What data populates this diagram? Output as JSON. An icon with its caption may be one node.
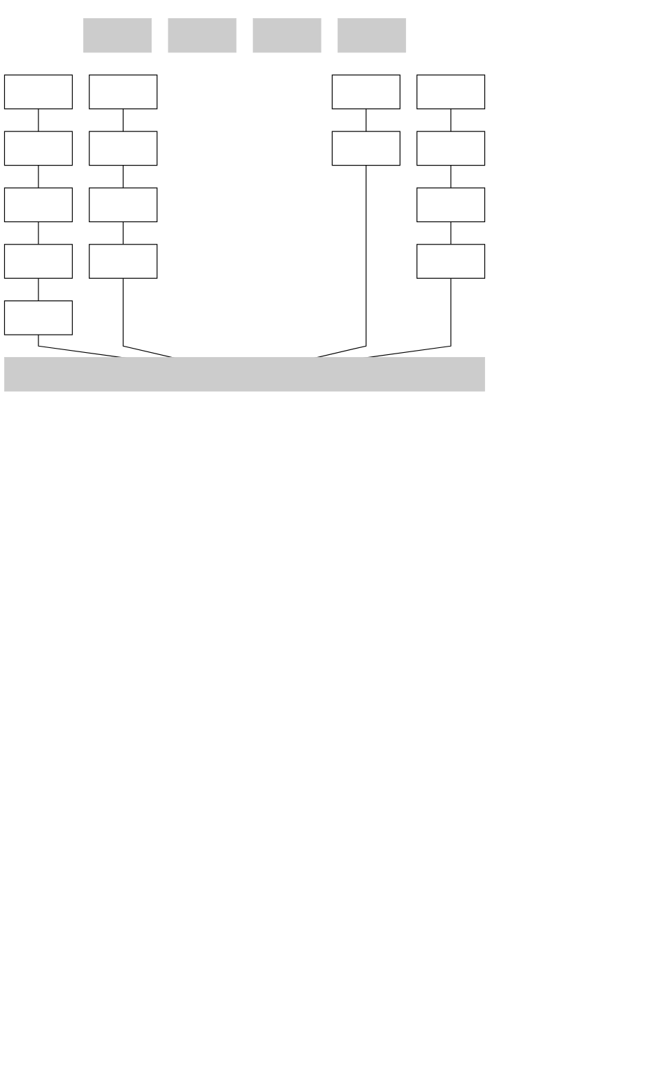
{
  "diagram": {
    "nodes": [
      {
        "text": [],
        "shape": "box"
      },
      {
        "text": [],
        "shape": "box"
      },
      {
        "text": [],
        "shape": "box"
      },
      {
        "text": [],
        "shape": "box"
      },
      {
        "text": [],
        "shape": "box"
      },
      {
        "text": [],
        "shape": "box"
      },
      {
        "text": [],
        "shape": "box"
      },
      {
        "text": [],
        "shape": "box"
      },
      {
        "text": [],
        "shape": "box"
      },
      {
        "text": [],
        "shape": "box"
      },
      {
        "text": [],
        "shape": "box"
      },
      {
        "text": [],
        "shape": "box"
      },
      {
        "text": [],
        "shape": "box"
      },
      {
        "text": [],
        "shape": "box"
      },
      {
        "text": [],
        "shape": "box"
      },
      {
        "text": [],
        "shape": "box"
      },
      {
        "text": [],
        "shape": "box"
      },
      {
        "text": [],
        "shape": "box"
      },
      {
        "text": [],
        "shape": "box"
      },
      {
        "text": [],
        "shape": "bar"
      }
    ],
    "edges": [
      {
        "from": 4,
        "to": 8,
        "arrow": "none"
      },
      {
        "from": 8,
        "to": 12,
        "arrow": "none"
      },
      {
        "from": 12,
        "to": 15,
        "arrow": "none"
      },
      {
        "from": 15,
        "to": 18,
        "arrow": "none"
      },
      {
        "from": 18,
        "to": 19,
        "arrow": "none"
      },
      {
        "from": 5,
        "to": 9,
        "arrow": "none"
      },
      {
        "from": 9,
        "to": 13,
        "arrow": "none"
      },
      {
        "from": 13,
        "to": 16,
        "arrow": "none"
      },
      {
        "from": 16,
        "to": 19,
        "arrow": "none"
      },
      {
        "from": 6,
        "to": 10,
        "arrow": "none"
      },
      {
        "from": 10,
        "to": 19,
        "arrow": "none"
      },
      {
        "from": 7,
        "to": 11,
        "arrow": "none"
      },
      {
        "from": 11,
        "to": 14,
        "arrow": "none"
      },
      {
        "from": 14,
        "to": 17,
        "arrow": "none"
      },
      {
        "from": 17,
        "to": 19,
        "arrow": "none"
      }
    ]
  }
}
